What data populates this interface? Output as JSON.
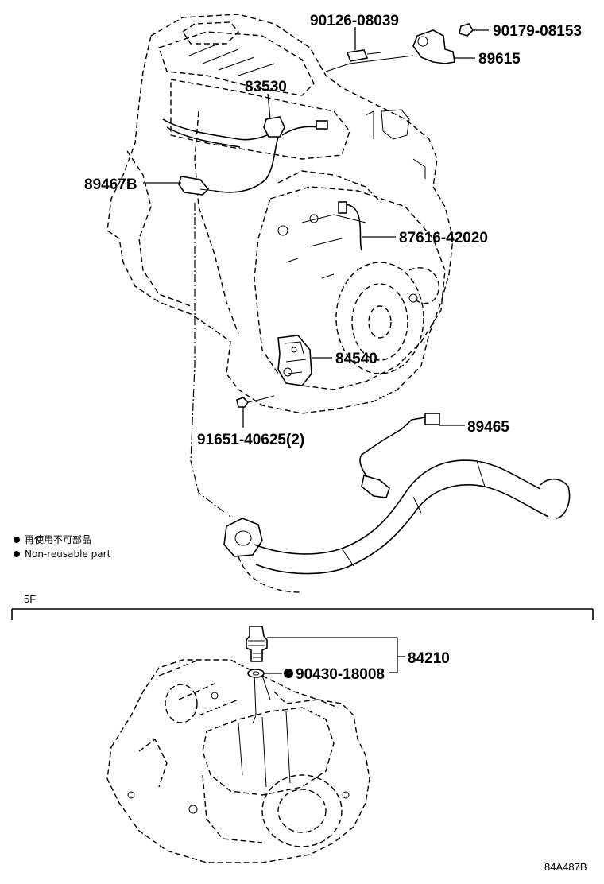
{
  "parts": {
    "p90126": "90126-08039",
    "p90179": "90179-08153",
    "p89615": "89615",
    "p83530": "83530",
    "p89467b": "89467B",
    "p87616": "87616-42020",
    "p84540": "84540",
    "p91651": "91651-40625(2)",
    "p89465": "89465",
    "p84210": "84210",
    "p90430": "90430-18008"
  },
  "legend": {
    "jp": "再使用不可部品",
    "en": "Non-reusable part"
  },
  "section_label": "5F",
  "figure_code": "84A487B"
}
